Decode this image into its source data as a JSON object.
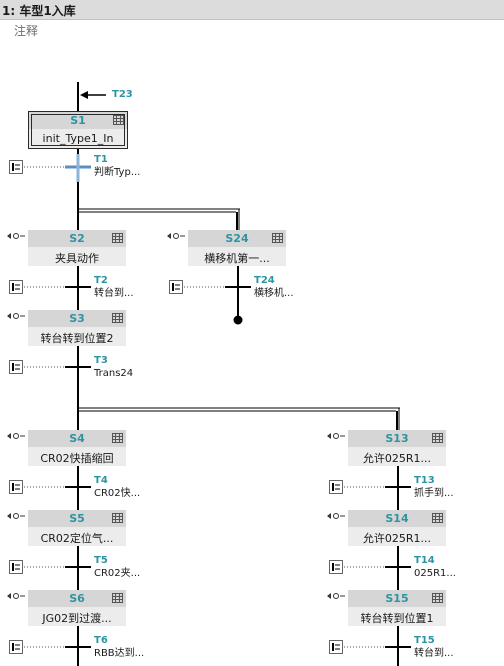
{
  "header": {
    "title": "1:  车型1入库"
  },
  "comment": "注释",
  "jump_in": {
    "label": "T23"
  },
  "steps": {
    "s1": {
      "num": "S1",
      "name": "init_Type1_In"
    },
    "s2": {
      "num": "S2",
      "name": "夹具动作"
    },
    "s24": {
      "num": "S24",
      "name": "横移机第一..."
    },
    "s3": {
      "num": "S3",
      "name": "转台转到位置2"
    },
    "s4": {
      "num": "S4",
      "name": "CR02快插缩回"
    },
    "s13": {
      "num": "S13",
      "name": "允许025R1..."
    },
    "s5": {
      "num": "S5",
      "name": "CR02定位气..."
    },
    "s14": {
      "num": "S14",
      "name": "允许025R1..."
    },
    "s6": {
      "num": "S6",
      "name": "JG02到过渡..."
    },
    "s15": {
      "num": "S15",
      "name": "转台转到位置1"
    }
  },
  "transitions": {
    "t1": {
      "num": "T1",
      "name": "判断Typ..."
    },
    "t2": {
      "num": "T2",
      "name": "转台到..."
    },
    "t24": {
      "num": "T24",
      "name": "横移机..."
    },
    "t3": {
      "num": "T3",
      "name": "Trans24"
    },
    "t4": {
      "num": "T4",
      "name": "CR02快..."
    },
    "t13": {
      "num": "T13",
      "name": "抓手到..."
    },
    "t5": {
      "num": "T5",
      "name": "CR02夹..."
    },
    "t14": {
      "num": "T14",
      "name": "025R1..."
    },
    "t6": {
      "num": "T6",
      "name": "RBB达到..."
    },
    "t15": {
      "num": "T15",
      "name": "转台到..."
    }
  },
  "colors": {
    "accent": "#2d94a3",
    "header_bg": "#dcdcdc",
    "step_top": "#d6d6d6",
    "step_bottom": "#ececec"
  },
  "icons": {
    "action": "action-connector-icon",
    "transition": "transition-connector-icon",
    "grid": "action-grid-icon"
  }
}
